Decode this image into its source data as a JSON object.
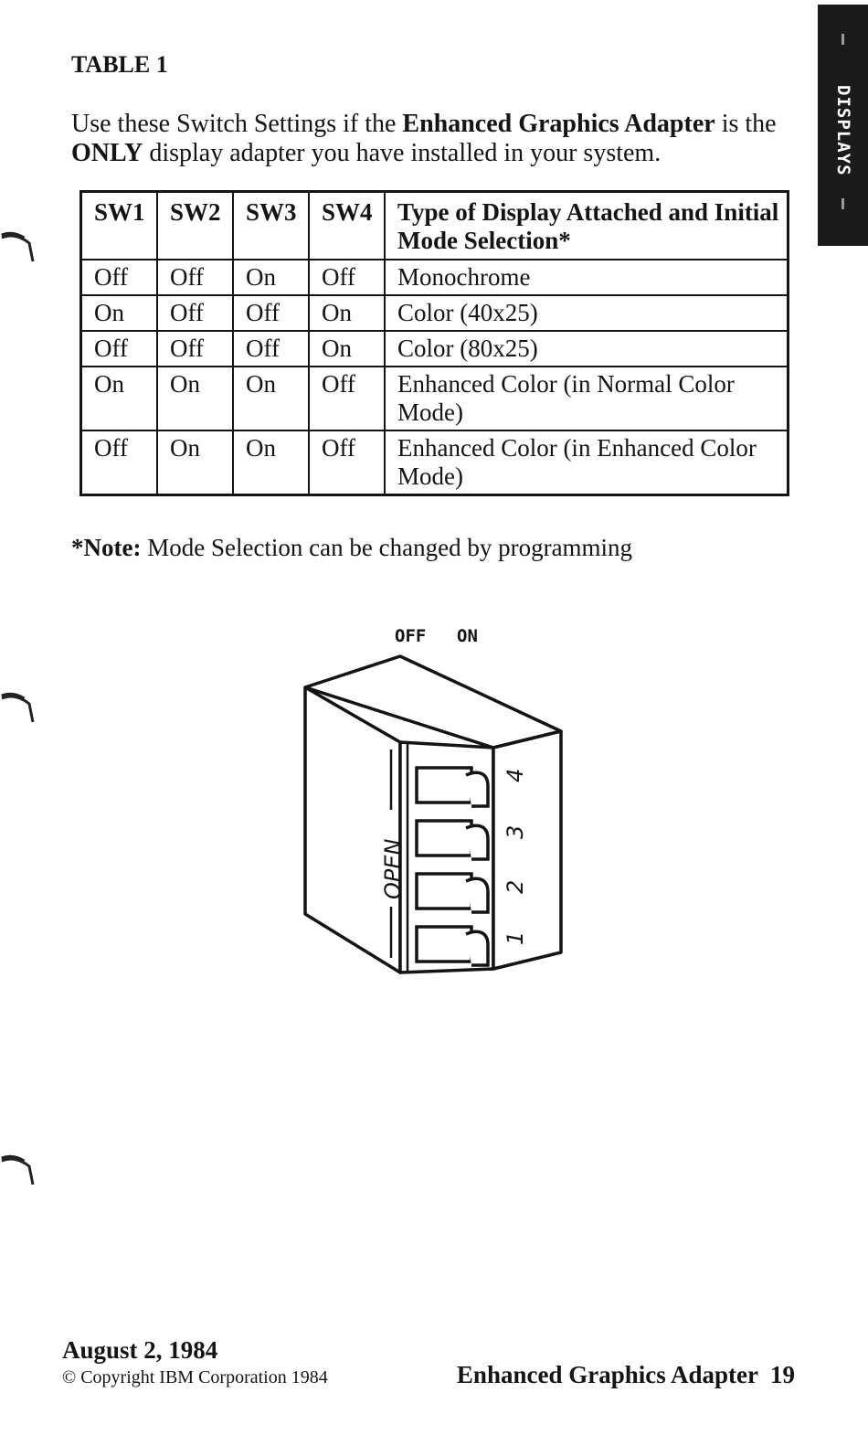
{
  "tab": {
    "label": "DISPLAYS"
  },
  "heading": "TABLE 1",
  "intro": {
    "part1": "Use these Switch Settings if the ",
    "bold1": "Enhanced Graphics Adapter",
    "part2": " is the ",
    "bold2": "ONLY",
    "part3": " display adapter you have installed in your system."
  },
  "table": {
    "headers": [
      "SW1",
      "SW2",
      "SW3",
      "SW4",
      "Type of Display Attached and Initial Mode Selection*"
    ],
    "rows": [
      [
        "Off",
        "Off",
        "On",
        "Off",
        "Monochrome"
      ],
      [
        "On",
        "Off",
        "Off",
        "On",
        "Color (40x25)"
      ],
      [
        "Off",
        "Off",
        "Off",
        "On",
        "Color (80x25)"
      ],
      [
        "On",
        "On",
        "On",
        "Off",
        "Enhanced Color (in Normal Color Mode)"
      ],
      [
        "Off",
        "On",
        "On",
        "Off",
        "Enhanced Color (in Enhanced Color Mode)"
      ]
    ]
  },
  "note": {
    "label": "*Note:",
    "text": " Mode Selection can be changed by programming"
  },
  "diagram": {
    "off_label": "OFF",
    "on_label": "ON",
    "open_label": "OPEN",
    "switch_numbers": [
      "4",
      "3",
      "2",
      "1"
    ]
  },
  "footer": {
    "date": "August 2, 1984",
    "copyright": "© Copyright IBM Corporation 1984",
    "title": "Enhanced Graphics Adapter  19"
  }
}
